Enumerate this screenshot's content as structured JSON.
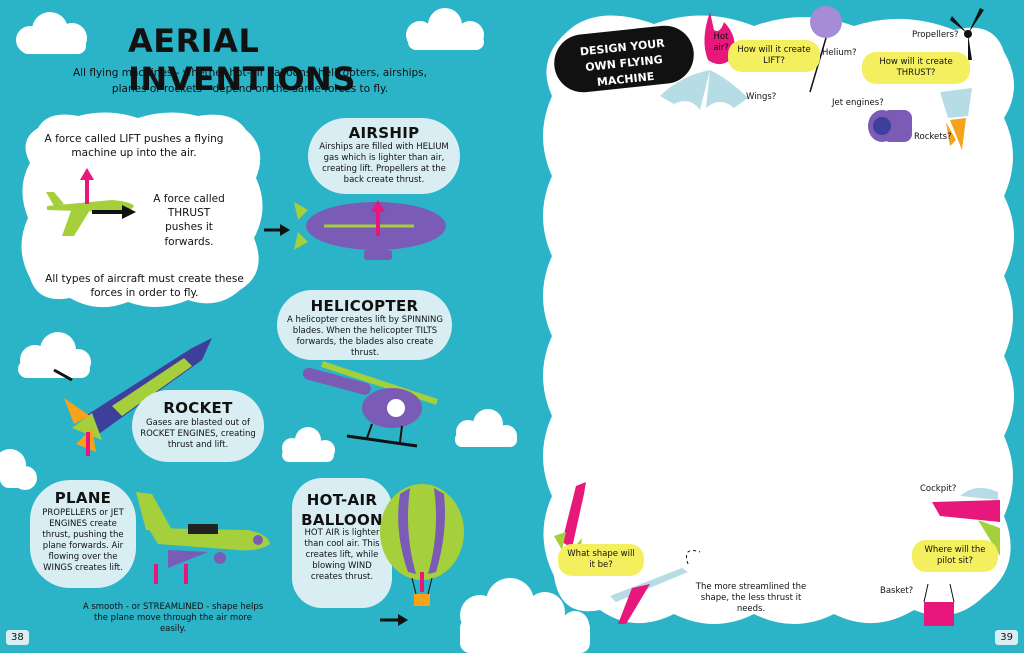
{
  "left_page": {
    "title": "AERIAL INVENTIONS",
    "subtitle": "All flying machines - whether hot-air balloons, helicopters, airships, planes or rockets - depend on the same forces to fly.",
    "forces": {
      "lift": "A force called LIFT pushes a flying machine up into the air.",
      "thrust": "A force called THRUST pushes it forwards.",
      "all_types": "All types of aircraft must create these forces in order to fly."
    },
    "airship": {
      "title": "AIRSHIP",
      "text": "Airships are filled with HELIUM gas which is lighter than air, creating lift. Propellers at the back create thrust."
    },
    "helicopter": {
      "title": "HELICOPTER",
      "text": "A helicopter creates lift by SPINNING blades. When the helicopter TILTS forwards, the blades also create thrust."
    },
    "rocket": {
      "title": "ROCKET",
      "text": "Gases are blasted out of ROCKET ENGINES, creating thrust and lift."
    },
    "plane": {
      "title": "PLANE",
      "text": "PROPELLERS or JET ENGINES create thrust, pushing the plane forwards. Air flowing over the WINGS creates lift."
    },
    "balloon": {
      "title": "HOT-AIR BALLOON",
      "text": "HOT AIR is lighter than cool air. This creates lift, while blowing WIND creates thrust."
    },
    "streamlined": "A smooth - or STREAMLINED - shape helps the plane move through the air more easily.",
    "page_number": "38"
  },
  "right_page": {
    "banner": "DESIGN YOUR OWN FLYING MACHINE",
    "questions": {
      "lift": "How will it create LIFT?",
      "thrust": "How will it create THRUST?",
      "shape": "What shape will it be?",
      "pilot": "Where will the pilot sit?"
    },
    "labels": {
      "hot_air": "Hot air?",
      "wings": "Wings?",
      "helium": "Helium?",
      "propellers": "Propellers?",
      "jet_engines": "Jet engines?",
      "rockets": "Rockets?",
      "cockpit": "Cockpit?",
      "basket": "Basket?"
    },
    "streamlined_note": "The more streamlined the shape, the less thrust it needs.",
    "page_number": "39"
  },
  "colors": {
    "background": "#2bb3c7",
    "bubble": "#d8eef3",
    "yellow": "#f4ef5e",
    "pink": "#e8177c",
    "purple": "#7a5bb5",
    "green": "#a6cf3c"
  }
}
